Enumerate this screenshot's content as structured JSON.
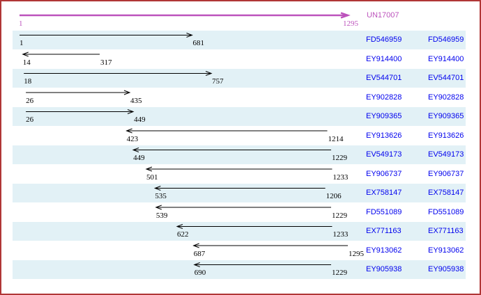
{
  "colors": {
    "border": "#b03636",
    "row_band": "#e2f1f6",
    "accession_link": "#0000ee",
    "reference_arrow": "#bc52bc",
    "alignment_arrow": "#000000"
  },
  "chart_data": {
    "type": "bar",
    "variant": "horizontal-interval (EST-to-UniGene alignment spans with strand arrows)",
    "reference": {
      "label": "UN17007",
      "start": 1,
      "end": 1295
    },
    "xlim": [
      1,
      1295
    ],
    "grid": false,
    "legend": false,
    "categories": [
      "FD546959",
      "EY914400",
      "EV544701",
      "EY902828",
      "EY909365",
      "EY913626",
      "EV549173",
      "EY906737",
      "EX758147",
      "FD551089",
      "EX771163",
      "EY913062",
      "EY905938"
    ],
    "bars": [
      {
        "accession": "FD546959",
        "start": 1,
        "end": 681,
        "direction": "right"
      },
      {
        "accession": "EY914400",
        "start": 14,
        "end": 317,
        "direction": "left"
      },
      {
        "accession": "EV544701",
        "start": 18,
        "end": 757,
        "direction": "right"
      },
      {
        "accession": "EY902828",
        "start": 26,
        "end": 435,
        "direction": "right"
      },
      {
        "accession": "EY909365",
        "start": 26,
        "end": 449,
        "direction": "right"
      },
      {
        "accession": "EY913626",
        "start": 423,
        "end": 1214,
        "direction": "left"
      },
      {
        "accession": "EV549173",
        "start": 449,
        "end": 1229,
        "direction": "left"
      },
      {
        "accession": "EY906737",
        "start": 501,
        "end": 1233,
        "direction": "left"
      },
      {
        "accession": "EX758147",
        "start": 535,
        "end": 1206,
        "direction": "left"
      },
      {
        "accession": "FD551089",
        "start": 539,
        "end": 1229,
        "direction": "left"
      },
      {
        "accession": "EX771163",
        "start": 622,
        "end": 1233,
        "direction": "left"
      },
      {
        "accession": "EY913062",
        "start": 687,
        "end": 1295,
        "direction": "left"
      },
      {
        "accession": "EY905938",
        "start": 690,
        "end": 1229,
        "direction": "left"
      }
    ]
  }
}
